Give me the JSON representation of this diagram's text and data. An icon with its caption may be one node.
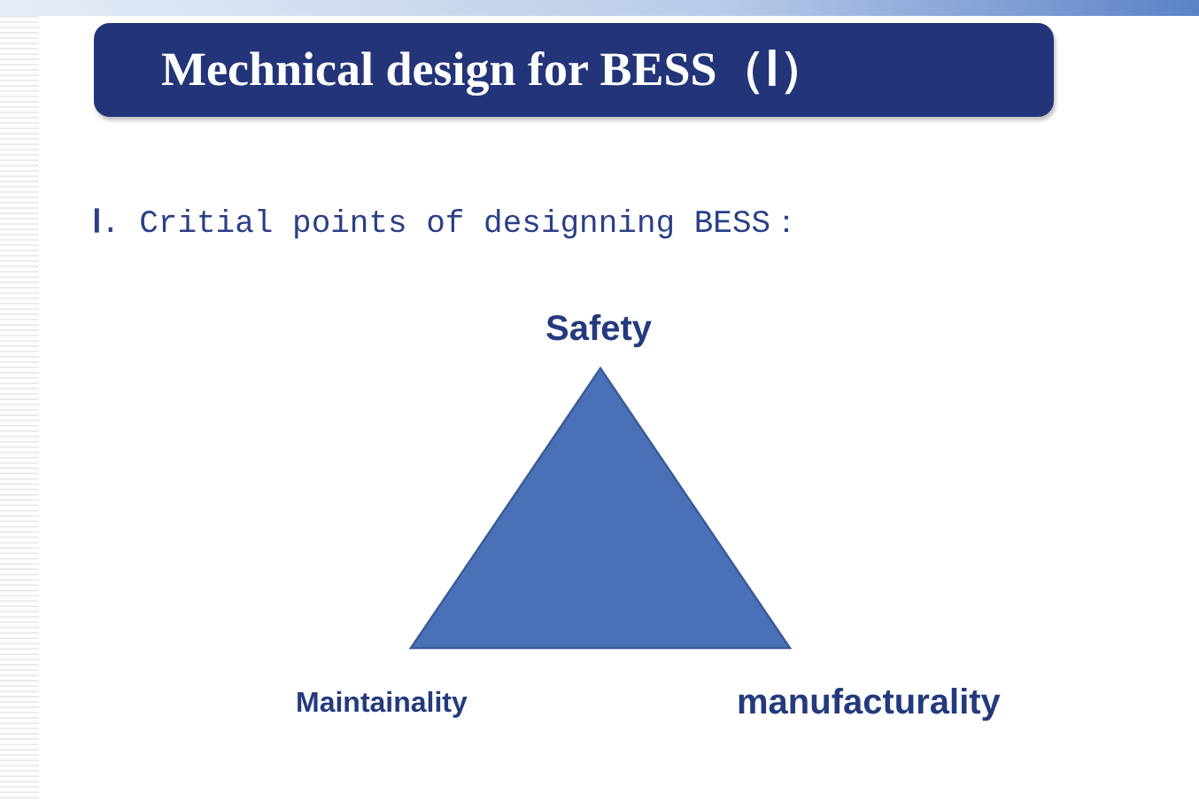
{
  "diagram": {
    "title": "Mechnical design for BESS（Ⅰ）",
    "nodes": [
      {
        "text": [],
        "shape": "triangle",
        "beside": [
          "Safety",
          "Maintainality",
          "manufacturality"
        ]
      }
    ],
    "labels": [
      "**Ⅰ**. Critial points of designning BESS："
    ]
  }
}
